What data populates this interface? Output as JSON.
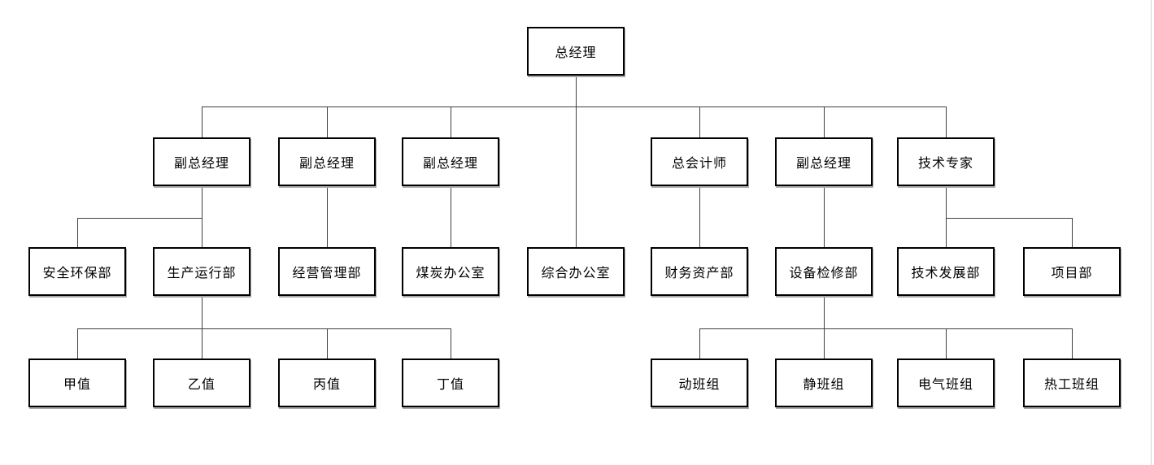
{
  "diagram": {
    "type": "org-chart",
    "title": "",
    "root_id": "gm",
    "levels": 4,
    "nodes": [
      {
        "id": "gm",
        "label": "总经理",
        "level": 1,
        "parent_id": null
      },
      {
        "id": "vgm1",
        "label": "副总经理",
        "level": 2,
        "parent_id": "gm"
      },
      {
        "id": "vgm2",
        "label": "副总经理",
        "level": 2,
        "parent_id": "gm"
      },
      {
        "id": "vgm3",
        "label": "副总经理",
        "level": 2,
        "parent_id": "gm"
      },
      {
        "id": "ca",
        "label": "总会计师",
        "level": 2,
        "parent_id": "gm"
      },
      {
        "id": "vgm4",
        "label": "副总经理",
        "level": 2,
        "parent_id": "gm"
      },
      {
        "id": "te",
        "label": "技术专家",
        "level": 2,
        "parent_id": "gm"
      },
      {
        "id": "safety",
        "label": "安全环保部",
        "level": 3,
        "parent_id": "vgm1"
      },
      {
        "id": "prod",
        "label": "生产运行部",
        "level": 3,
        "parent_id": "vgm1"
      },
      {
        "id": "biz",
        "label": "经营管理部",
        "level": 3,
        "parent_id": "vgm2"
      },
      {
        "id": "coal",
        "label": "煤炭办公室",
        "level": 3,
        "parent_id": "vgm3"
      },
      {
        "id": "office",
        "label": "综合办公室",
        "level": 3,
        "parent_id": "gm"
      },
      {
        "id": "fin",
        "label": "财务资产部",
        "level": 3,
        "parent_id": "ca"
      },
      {
        "id": "maint",
        "label": "设备检修部",
        "level": 3,
        "parent_id": "vgm4"
      },
      {
        "id": "tech",
        "label": "技术发展部",
        "level": 3,
        "parent_id": "te"
      },
      {
        "id": "proj",
        "label": "项目部",
        "level": 3,
        "parent_id": "te"
      },
      {
        "id": "shiftA",
        "label": "甲值",
        "level": 4,
        "parent_id": "prod"
      },
      {
        "id": "shiftB",
        "label": "乙值",
        "level": 4,
        "parent_id": "prod"
      },
      {
        "id": "shiftC",
        "label": "丙值",
        "level": 4,
        "parent_id": "prod"
      },
      {
        "id": "shiftD",
        "label": "丁值",
        "level": 4,
        "parent_id": "prod"
      },
      {
        "id": "teamDyn",
        "label": "动班组",
        "level": 4,
        "parent_id": "maint"
      },
      {
        "id": "teamStat",
        "label": "静班组",
        "level": 4,
        "parent_id": "maint"
      },
      {
        "id": "teamElec",
        "label": "电气班组",
        "level": 4,
        "parent_id": "maint"
      },
      {
        "id": "teamTherm",
        "label": "热工班组",
        "level": 4,
        "parent_id": "maint"
      }
    ],
    "colors": {
      "background": "#ffffff",
      "box_border": "#000000",
      "box_fill": "#ffffff",
      "box_shadow": "#a9a9a9",
      "connector": "#404040",
      "page_edge_line": "#d2d2d2",
      "text": "#000000"
    }
  }
}
